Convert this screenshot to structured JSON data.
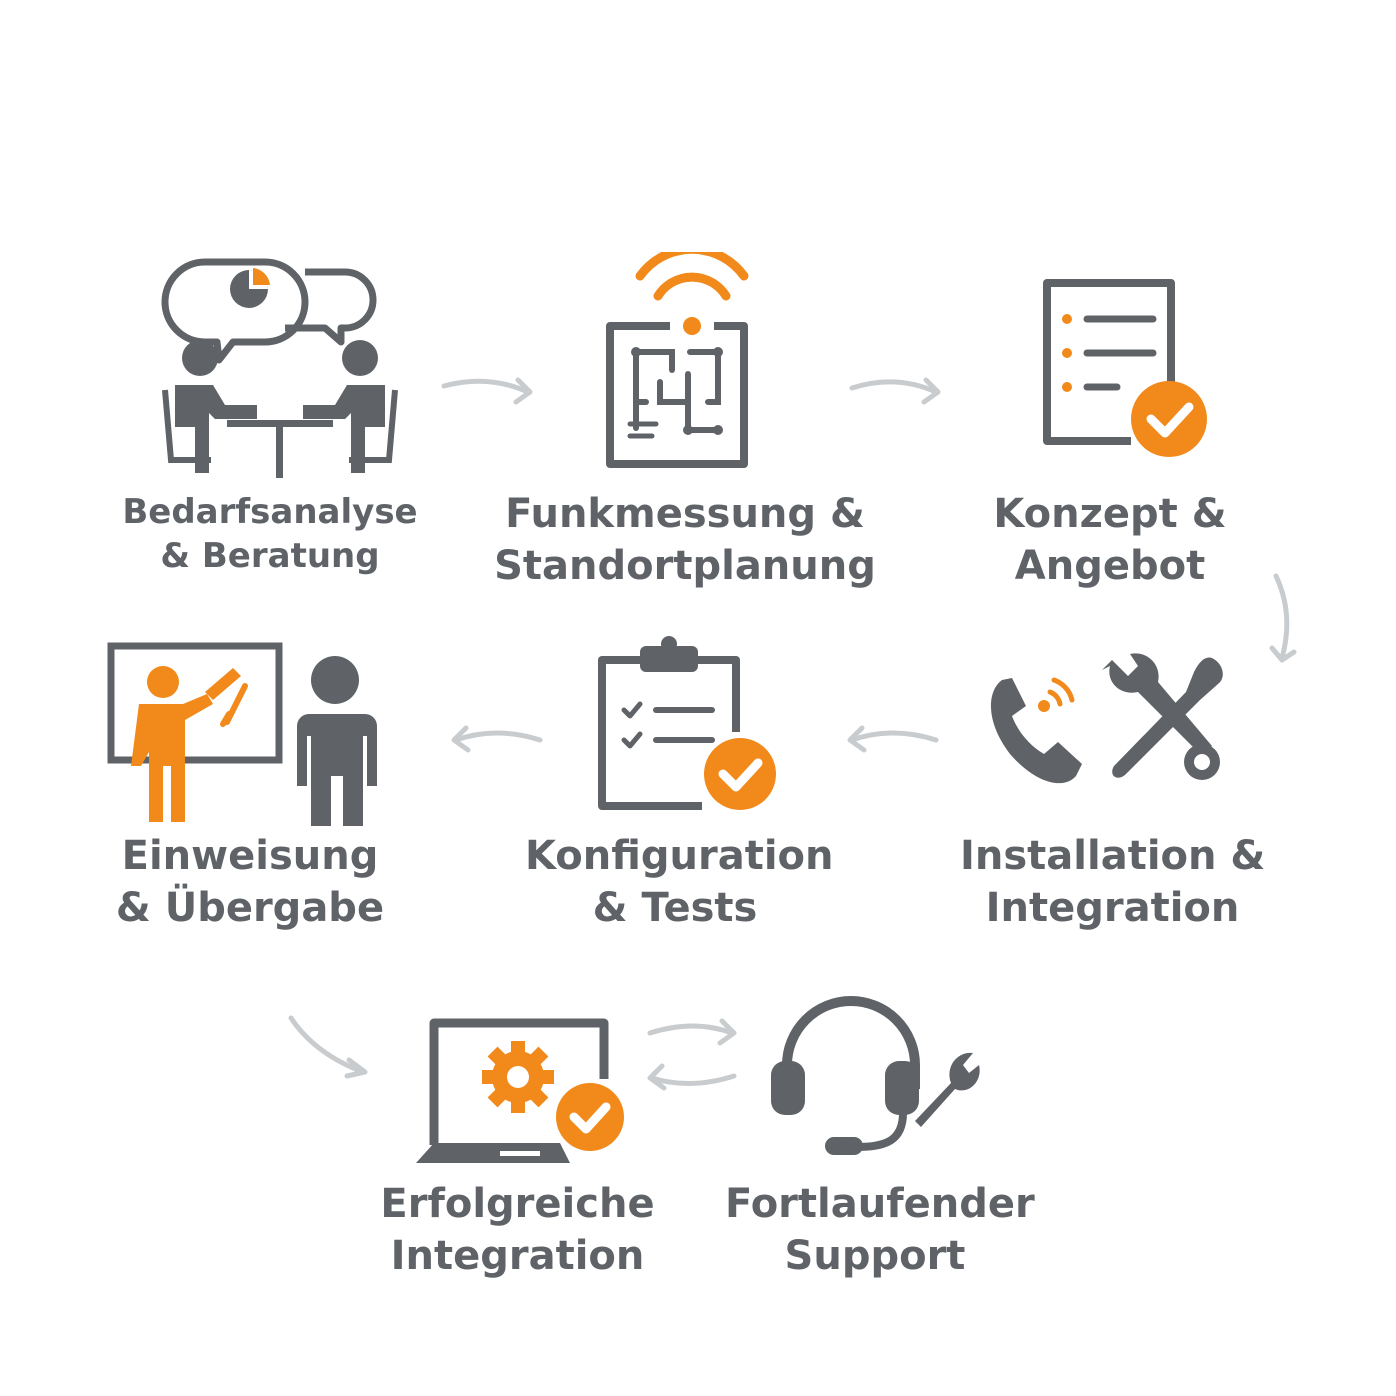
{
  "colors": {
    "primary_gray": "#5f6368",
    "accent_orange": "#f28a1b",
    "arrow_gray": "#c9ccce",
    "background": "#ffffff"
  },
  "steps": [
    {
      "id": "bedarfsanalyse",
      "line1": "Bedarfsanalyse",
      "line2": "& Beratung",
      "icon": "consultation-meeting-icon"
    },
    {
      "id": "funkmessung",
      "line1": "Funkmessung &",
      "line2": "Standortplanung",
      "icon": "wifi-floorplan-icon"
    },
    {
      "id": "konzept",
      "line1": "Konzept &",
      "line2": "Angebot",
      "icon": "document-check-icon"
    },
    {
      "id": "installation",
      "line1": "Installation &",
      "line2": "Integration",
      "icon": "phone-tools-icon"
    },
    {
      "id": "konfiguration",
      "line1": "Konfiguration",
      "line2": "& Tests",
      "icon": "clipboard-check-icon"
    },
    {
      "id": "einweisung",
      "line1": "Einweisung",
      "line2": "& Übergabe",
      "icon": "presentation-trainer-icon"
    },
    {
      "id": "erfolgreiche",
      "line1": "Erfolgreiche",
      "line2": "Integration",
      "icon": "laptop-gear-check-icon"
    },
    {
      "id": "support",
      "line1": "Fortlaufender",
      "line2": "Support",
      "icon": "headset-wrench-icon"
    }
  ]
}
